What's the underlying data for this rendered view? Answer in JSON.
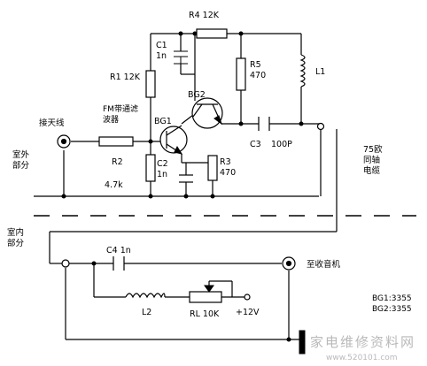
{
  "labels": {
    "r4": "R4 12K",
    "c1_name": "C1",
    "c1_val": "1n",
    "r1": "R1 12K",
    "r5_name": "R5",
    "r5_val": "470",
    "l1": "L1",
    "bg2": "BG2",
    "antenna": "接天线",
    "fm_filter_1": "FM带通滤",
    "fm_filter_2": "波器",
    "bg1": "BG1",
    "outdoor_1": "室外",
    "outdoor_2": "部分",
    "r2": "R2",
    "r2_val": "4.7k",
    "c2_name": "C2",
    "c2_val": "1n",
    "r3_name": "R3",
    "r3_val": "470",
    "c3": "C3",
    "c3_val": "100P",
    "coax_1": "75欧",
    "coax_2": "同轴",
    "coax_3": "电缆",
    "indoor_1": "室内",
    "indoor_2": "部分",
    "c4": "C4 1n",
    "to_radio": "至收音机",
    "l2": "L2",
    "rl": "RL 10K",
    "supply": "+12V",
    "bg1_part": "BG1:3355",
    "bg2_part": "BG2:3355",
    "watermark": "家电维修资料网",
    "watermark_url": "www.520101.com"
  }
}
